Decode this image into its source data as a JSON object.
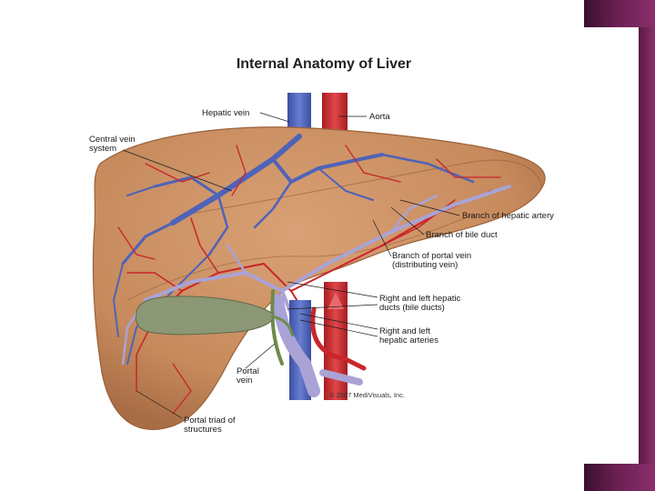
{
  "title": "Internal Anatomy of Liver",
  "labels": {
    "hepatic_vein": "Hepatic vein",
    "aorta": "Aorta",
    "central_vein_1": "Central vein",
    "central_vein_2": "system",
    "branch_hepatic_artery": "Branch of hepatic artery",
    "branch_bile_duct": "Branch of bile duct",
    "branch_portal_vein_1": "Branch of portal vein",
    "branch_portal_vein_2": "(distributing vein)",
    "rl_hepatic_ducts_1": "Right and left hepatic",
    "rl_hepatic_ducts_2": "ducts (bile ducts)",
    "rl_hepatic_arteries_1": "Right and left",
    "rl_hepatic_arteries_2": "hepatic arteries",
    "portal_vein_1": "Portal",
    "portal_vein_2": "vein",
    "portal_triad_1": "Portal triad of",
    "portal_triad_2": "structures",
    "copyright": "© 2007 MediVisuals, Inc."
  },
  "colors": {
    "liver": "#c68a5c",
    "vein": "#4f63b8",
    "artery": "#c8262a",
    "bile": "#6f8a4a",
    "gallbladder": "#8c9776",
    "portal": "#a9a3d6",
    "frame_accent": "#6a1f52"
  }
}
